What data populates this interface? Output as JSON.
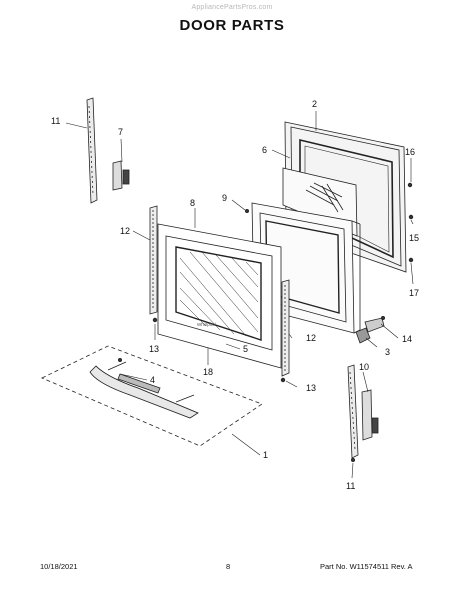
{
  "watermark": "AppliancePartsPros.com",
  "title": "DOOR PARTS",
  "callouts": [
    "2",
    "6",
    "16",
    "11",
    "7",
    "9",
    "8",
    "15",
    "12",
    "17",
    "14",
    "3",
    "13",
    "5",
    "12",
    "18",
    "4",
    "13",
    "10",
    "1",
    "11"
  ],
  "footer": {
    "date": "10/18/2021",
    "page": "8",
    "part_no": "Part No. W11574511  Rev. A"
  }
}
